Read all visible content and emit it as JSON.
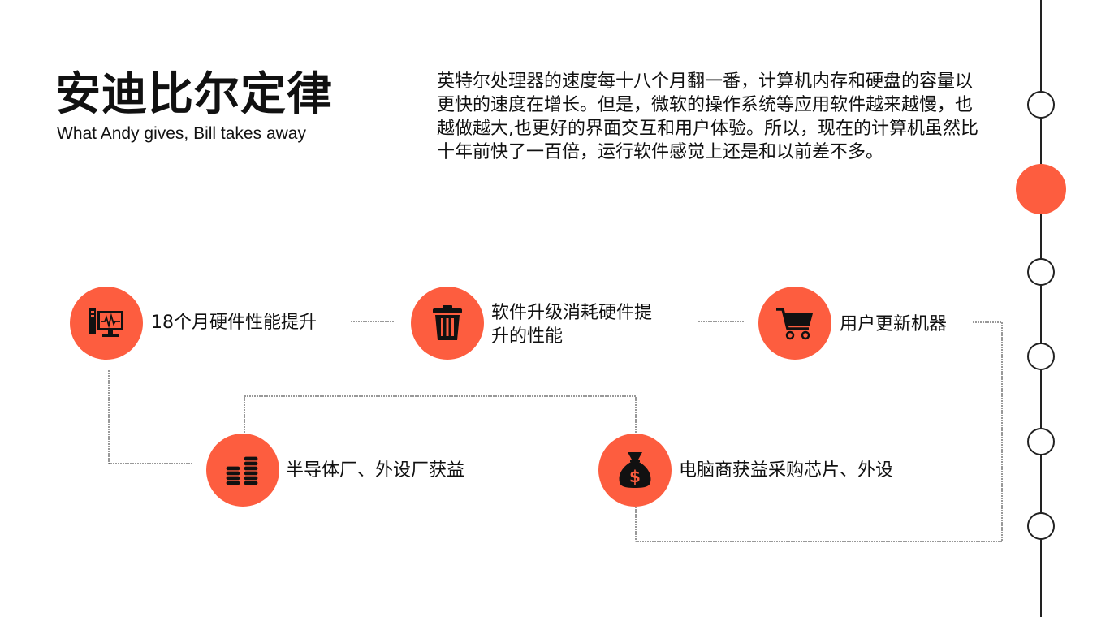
{
  "header": {
    "title": "安迪比尔定律",
    "subtitle": "What Andy gives, Bill takes away"
  },
  "description": "英特尔处理器的速度每十八个月翻一番，计算机内存和硬盘的容量以更快的速度在增长。但是，微软的操作系统等应用软件越来越慢，也越做越大,也更好的界面交互和用户体验。所以，现在的计算机虽然比十年前快了一百倍，运行软件感觉上还是和以前差不多。",
  "flow": {
    "step1": {
      "label": "18个月硬件性能提升",
      "icon": "monitor-chart-icon"
    },
    "step2": {
      "label_line1": "软件升级消耗硬件提",
      "label_line2": "升的性能",
      "icon": "trash-can-icon"
    },
    "step3": {
      "label": "用户更新机器",
      "icon": "shopping-cart-icon"
    },
    "step4": {
      "label": "半导体厂、外设厂获益",
      "icon": "coin-stacks-icon"
    },
    "step5": {
      "label": "电脑商获益采购芯片、外设",
      "icon": "money-bag-icon"
    }
  },
  "colors": {
    "accent": "#fd5d3f",
    "text": "#111111",
    "line": "#222222"
  },
  "timeline": {
    "dots": 6,
    "active_index": 1
  }
}
